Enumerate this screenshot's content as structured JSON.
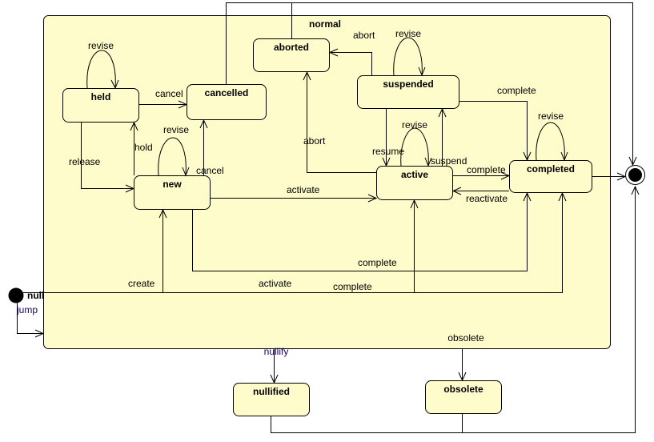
{
  "diagram": {
    "type": "UML state machine",
    "composite_state": {
      "name": "normal"
    },
    "initial": {
      "label": "null"
    },
    "states": {
      "held": "held",
      "cancelled": "cancelled",
      "aborted": "aborted",
      "suspended": "suspended",
      "new": "new",
      "active": "active",
      "completed": "completed",
      "nullified": "nullified",
      "obsolete": "obsolete"
    },
    "transitions": {
      "held_revise": "revise",
      "held_cancel": "cancel",
      "held_release": "release",
      "new_hold": "hold",
      "new_revise": "revise",
      "new_cancel": "cancel",
      "new_activate": "activate",
      "new_complete": "complete",
      "suspended_abort": "abort",
      "suspended_revise": "revise",
      "suspended_complete": "complete",
      "active_abort": "abort",
      "active_revise": "revise",
      "active_resume": "resume",
      "active_suspend": "suspend",
      "active_complete": "complete",
      "completed_reactivate": "reactivate",
      "completed_revise": "revise",
      "null_create": "create",
      "null_activate": "activate",
      "null_complete": "complete",
      "null_jump": "jump",
      "normal_nullify": "nullify",
      "normal_obsolete": "obsolete"
    },
    "colors": {
      "state_fill": "#fffccc",
      "line": "#000000"
    }
  }
}
